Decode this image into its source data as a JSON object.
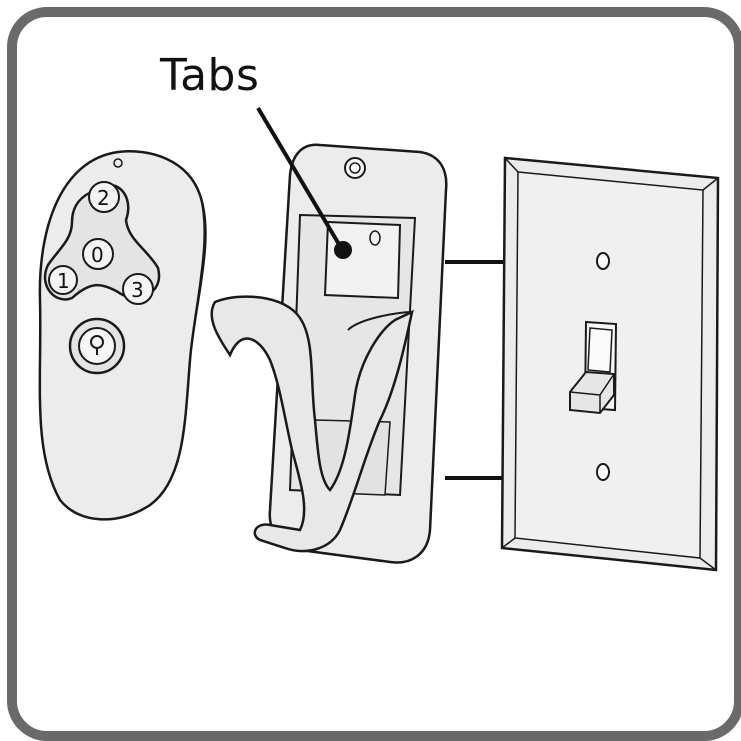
{
  "callout": {
    "label": "Tabs"
  },
  "remote": {
    "buttons": [
      "2",
      "0",
      "1",
      "3"
    ]
  },
  "colors": {
    "frame": "#6a6a6a",
    "part_fill": "#ececec",
    "outline": "#1a1a1a"
  }
}
